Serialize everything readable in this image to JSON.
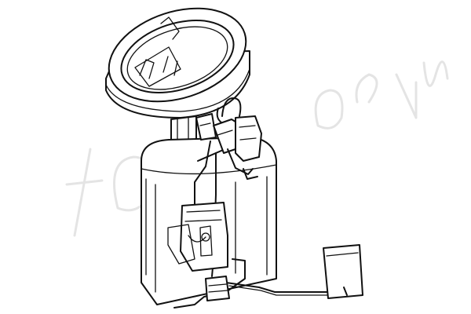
{
  "figure": {
    "kind": "technical line drawing",
    "subject": "fuel-pump-module"
  },
  "watermark": {
    "text": "topran",
    "color": "#e4e4e4"
  },
  "colors": {
    "line": "#111111",
    "background": "#ffffff"
  }
}
